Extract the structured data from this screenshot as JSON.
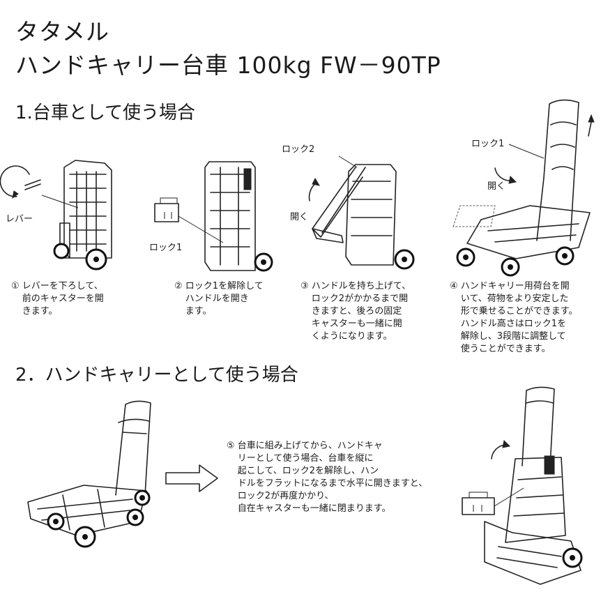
{
  "title": {
    "line1": "タタメル",
    "line2": "ハンドキャリー台車 100kg  FW－90TP"
  },
  "section1": {
    "heading": "1.台車として使う場合",
    "labels": {
      "lever": "レバー",
      "lock1_a": "ロック1",
      "lock2": "ロック2",
      "open_a": "開く",
      "lock1_b": "ロック1",
      "open_b": "開く"
    },
    "steps": [
      {
        "num": "①",
        "text": "レバーを下ろして、\n前のキャスターを開\nきます。"
      },
      {
        "num": "②",
        "text": "ロック1を解除して\nハンドルを開き\nます。"
      },
      {
        "num": "③",
        "text": "ハンドルを持ち上げて、\nロック2がかかるまで開\nきますと、後ろの固定\nキャスターも一緒に開\nくようになります。"
      },
      {
        "num": "④",
        "text": "ハンドキャリー用荷台を開\nいて、荷物をより安定した\n形で乗せることができます。\nハンドル高さはロック1を\n解除し、3段階に調整して\n使うことができます。"
      }
    ]
  },
  "section2": {
    "heading": "2．ハンドキャリーとして使う場合",
    "step": {
      "num": "⑤",
      "text": "台車に組み上げてから、ハンドキャ\nリーとして使う場合、台車を縦に\n起こして、ロック2を解除し、ハン\nドルをフラットになるまで水平に開きますと、\nロック2が再度かかり、\n自在キャスターも一緒に閉まります。"
    }
  }
}
